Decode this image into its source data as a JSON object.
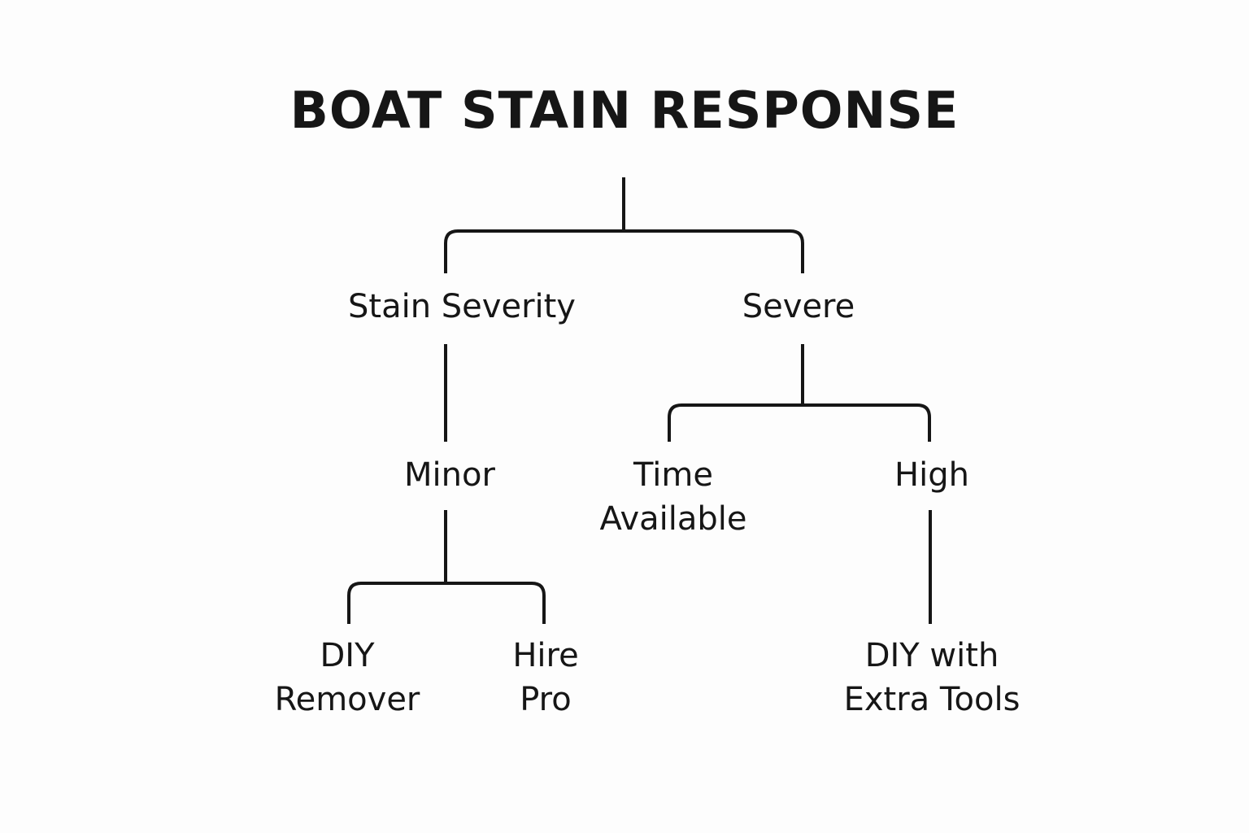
{
  "diagram": {
    "title": "BOAT STAIN RESPONSE",
    "nodes": {
      "stain_severity": {
        "lines": [
          "Stain Severity"
        ]
      },
      "severe": {
        "lines": [
          "Severe"
        ]
      },
      "minor": {
        "lines": [
          "Minor"
        ]
      },
      "time_available": {
        "lines": [
          "Time",
          "Available"
        ]
      },
      "high": {
        "lines": [
          "High"
        ]
      },
      "diy_remover": {
        "lines": [
          "DIY",
          "Remover"
        ]
      },
      "hire_pro": {
        "lines": [
          "Hire",
          "Pro"
        ]
      },
      "diy_extra_tools": {
        "lines": [
          "DIY with",
          "Extra Tools"
        ]
      }
    },
    "edges": [
      {
        "from": "root",
        "to": "stain_severity"
      },
      {
        "from": "root",
        "to": "severe"
      },
      {
        "from": "stain_severity",
        "to": "minor"
      },
      {
        "from": "severe",
        "to": "time_available"
      },
      {
        "from": "severe",
        "to": "high"
      },
      {
        "from": "minor",
        "to": "diy_remover"
      },
      {
        "from": "minor",
        "to": "hire_pro"
      },
      {
        "from": "high",
        "to": "diy_extra_tools"
      }
    ]
  }
}
